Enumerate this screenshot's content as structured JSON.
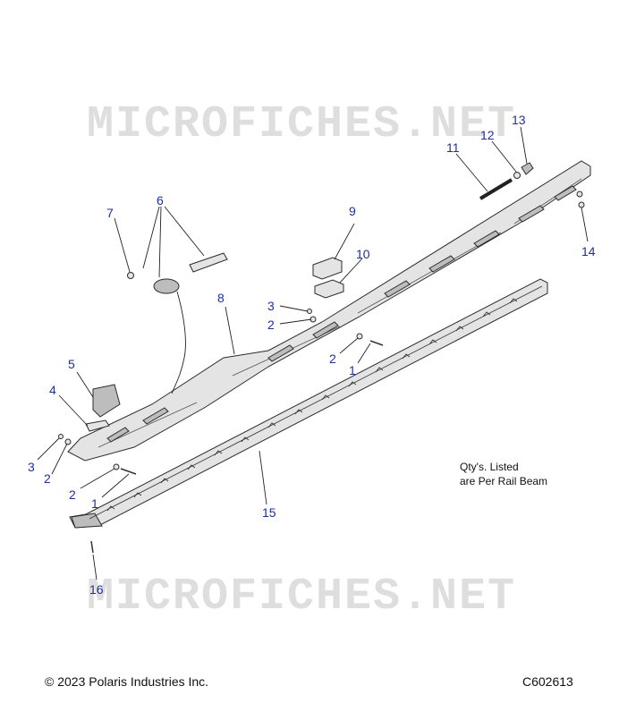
{
  "watermark": "MICROFICHES.NET",
  "note_lines": [
    "Qty's. Listed",
    "are Per Rail Beam"
  ],
  "copyright": "© 2023 Polaris Industries Inc.",
  "diagram_code": "C602613",
  "callouts": [
    {
      "id": "c1a",
      "text": "1"
    },
    {
      "id": "c1b",
      "text": "1"
    },
    {
      "id": "c2a",
      "text": "2"
    },
    {
      "id": "c2b",
      "text": "2"
    },
    {
      "id": "c2c",
      "text": "2"
    },
    {
      "id": "c2d",
      "text": "2"
    },
    {
      "id": "c3a",
      "text": "3"
    },
    {
      "id": "c3b",
      "text": "3"
    },
    {
      "id": "c4",
      "text": "4"
    },
    {
      "id": "c5",
      "text": "5"
    },
    {
      "id": "c6",
      "text": "6"
    },
    {
      "id": "c7",
      "text": "7"
    },
    {
      "id": "c8",
      "text": "8"
    },
    {
      "id": "c9",
      "text": "9"
    },
    {
      "id": "c10",
      "text": "10"
    },
    {
      "id": "c11",
      "text": "11"
    },
    {
      "id": "c12",
      "text": "12"
    },
    {
      "id": "c13",
      "text": "13"
    },
    {
      "id": "c14",
      "text": "14"
    },
    {
      "id": "c15",
      "text": "15"
    },
    {
      "id": "c16",
      "text": "16"
    }
  ]
}
